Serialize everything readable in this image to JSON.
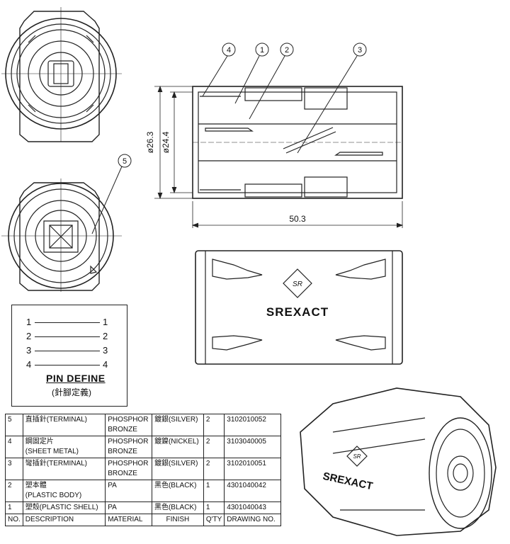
{
  "callouts": [
    "4",
    "1",
    "2",
    "3",
    "5"
  ],
  "dimensions": {
    "outer_dia": "ø26.3",
    "inner_dia": "ø24.4",
    "length": "50.3"
  },
  "brand": {
    "name": "SREXACT",
    "emblem": "SR"
  },
  "pin_define": {
    "rows": [
      {
        "left": "1",
        "right": "1"
      },
      {
        "left": "2",
        "right": "2"
      },
      {
        "left": "3",
        "right": "3"
      },
      {
        "left": "4",
        "right": "4"
      }
    ],
    "title": "PIN DEFINE",
    "subtitle": "(針腳定義)"
  },
  "bom": {
    "rows": [
      {
        "no": "5",
        "desc1": "直插針(TERMINAL)",
        "desc2": "",
        "mat1": "PHOSPHOR",
        "mat2": "BRONZE",
        "finish": "鍍銀(SILVER)",
        "qty": "2",
        "drawing": "3102010052"
      },
      {
        "no": "4",
        "desc1": "鋼固定片",
        "desc2": "(SHEET METAL)",
        "mat1": "PHOSPHOR",
        "mat2": "BRONZE",
        "finish": "鍍鎳(NICKEL)",
        "qty": "2",
        "drawing": "3103040005"
      },
      {
        "no": "3",
        "desc1": "彎插針(TERMINAL)",
        "desc2": "",
        "mat1": "PHOSPHOR",
        "mat2": "BRONZE",
        "finish": "鍍銀(SILVER)",
        "qty": "2",
        "drawing": "3102010051"
      },
      {
        "no": "2",
        "desc1": "塑本體",
        "desc2": "(PLASTIC BODY)",
        "mat1": "PA",
        "mat2": "",
        "finish": "黑色(BLACK)",
        "qty": "1",
        "drawing": "4301040042"
      },
      {
        "no": "1",
        "desc1": "塑殼(PLASTIC SHELL)",
        "desc2": "",
        "mat1": "PA",
        "mat2": "",
        "finish": "黑色(BLACK)",
        "qty": "1",
        "drawing": "4301040043"
      }
    ],
    "header": {
      "no": "NO.",
      "desc": "DESCRIPTION",
      "mat": "MATERIAL",
      "finish": "FINISH",
      "qty": "Q'TY",
      "drawing": "DRAWING  NO."
    }
  }
}
